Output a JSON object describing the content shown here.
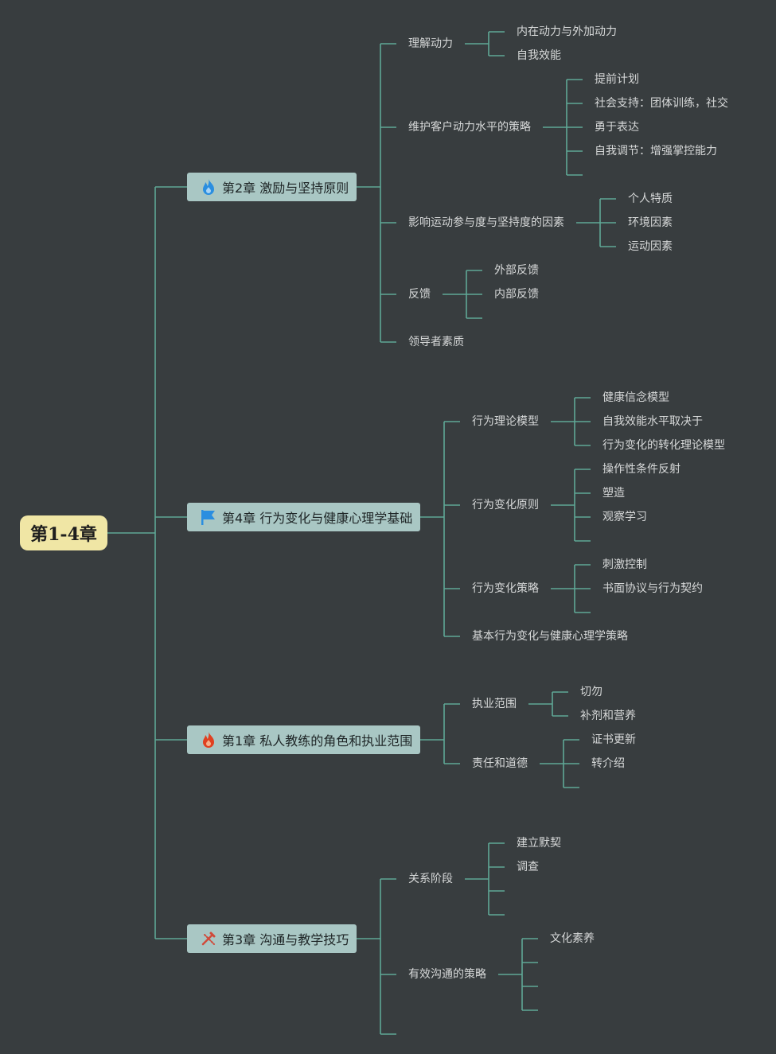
{
  "root": {
    "label": "第1-4章"
  },
  "chapters": [
    {
      "label": "第2章 激励与坚持原则",
      "icon": "flame-blue-icon",
      "color": "#2a8ee0",
      "topics": [
        {
          "label": "理解动力",
          "items": [
            "内在动力与外加动力",
            "自我效能"
          ]
        },
        {
          "label": "维护客户动力水平的策略",
          "items": [
            "提前计划",
            "社会支持：团体训练，社交",
            "勇于表达",
            "自我调节：增强掌控能力"
          ]
        },
        {
          "label": "影响运动参与度与坚持度的因素",
          "items": [
            "个人特质",
            "环境因素",
            "运动因素"
          ]
        },
        {
          "label": "反馈",
          "items": [
            "外部反馈",
            "内部反馈"
          ]
        },
        {
          "label": "领导者素质",
          "items": []
        }
      ]
    },
    {
      "label": "第4章 行为变化与健康心理学基础",
      "icon": "flag-icon",
      "color": "#2a8ee0",
      "topics": [
        {
          "label": "行为理论模型",
          "items": [
            "健康信念模型",
            "自我效能水平取决于",
            "行为变化的转化理论模型"
          ]
        },
        {
          "label": "行为变化原则",
          "items": [
            "操作性条件反射",
            "塑造",
            "观察学习"
          ]
        },
        {
          "label": "行为变化策略",
          "items": [
            "刺激控制",
            "书面协议与行为契约"
          ]
        },
        {
          "label": "基本行为变化与健康心理学策略",
          "items": []
        }
      ]
    },
    {
      "label": "第1章 私人教练的角色和执业范围",
      "icon": "flame-red-icon",
      "color": "#e04020",
      "topics": [
        {
          "label": "执业范围",
          "items": [
            "切勿",
            "补剂和营养"
          ]
        },
        {
          "label": "责任和道德",
          "items": [
            "证书更新",
            "转介绍"
          ]
        }
      ]
    },
    {
      "label": "第3章 沟通与教学技巧",
      "icon": "tools-icon",
      "color": "#d04a3a",
      "topics": [
        {
          "label": "关系阶段",
          "items": [
            "建立默契",
            "调查"
          ]
        },
        {
          "label": "有效沟通的策略",
          "items": [
            "文化素养"
          ]
        }
      ]
    }
  ],
  "colors": {
    "background": "#383d3f",
    "line": "#5fa896",
    "root_fill": "#f0e6a5",
    "chapter_fill": "#a9c7c4"
  }
}
